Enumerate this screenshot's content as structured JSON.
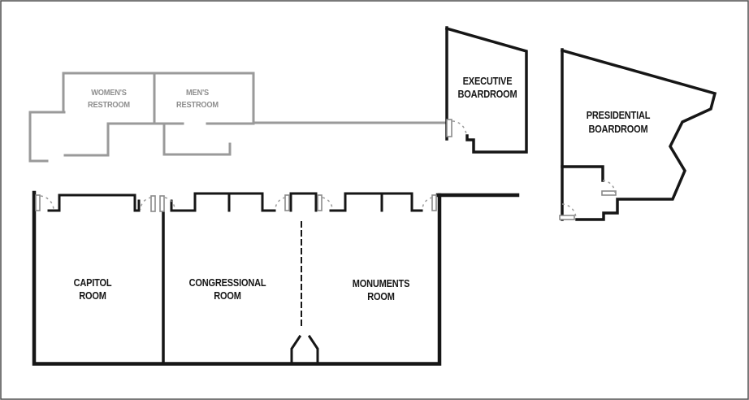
{
  "diagram": {
    "kind": "conference-floor-plan",
    "rooms": {
      "womens_restroom": {
        "line1": "WOMEN'S",
        "line2": "RESTROOM"
      },
      "mens_restroom": {
        "line1": "MEN'S",
        "line2": "RESTROOM"
      },
      "executive_boardroom": {
        "line1": "EXECUTIVE",
        "line2": "BOARDROOM"
      },
      "presidential_boardroom": {
        "line1": "PRESIDENTIAL",
        "line2": "BOARDROOM"
      },
      "capitol_room": {
        "line1": "CAPITOL",
        "line2": "ROOM"
      },
      "congressional_room": {
        "line1": "CONGRESSIONAL",
        "line2": "ROOM"
      },
      "monuments_room": {
        "line1": "MONUMENTS",
        "line2": "ROOM"
      }
    },
    "colors": {
      "wall_black": "#161616",
      "wall_gray": "#9a9a9a",
      "label_black": "#161616",
      "label_gray": "#8e8e8e",
      "door_symbol": "#8a8a8a",
      "outer_border": "#4d4d4d",
      "background": "#ffffff"
    }
  }
}
